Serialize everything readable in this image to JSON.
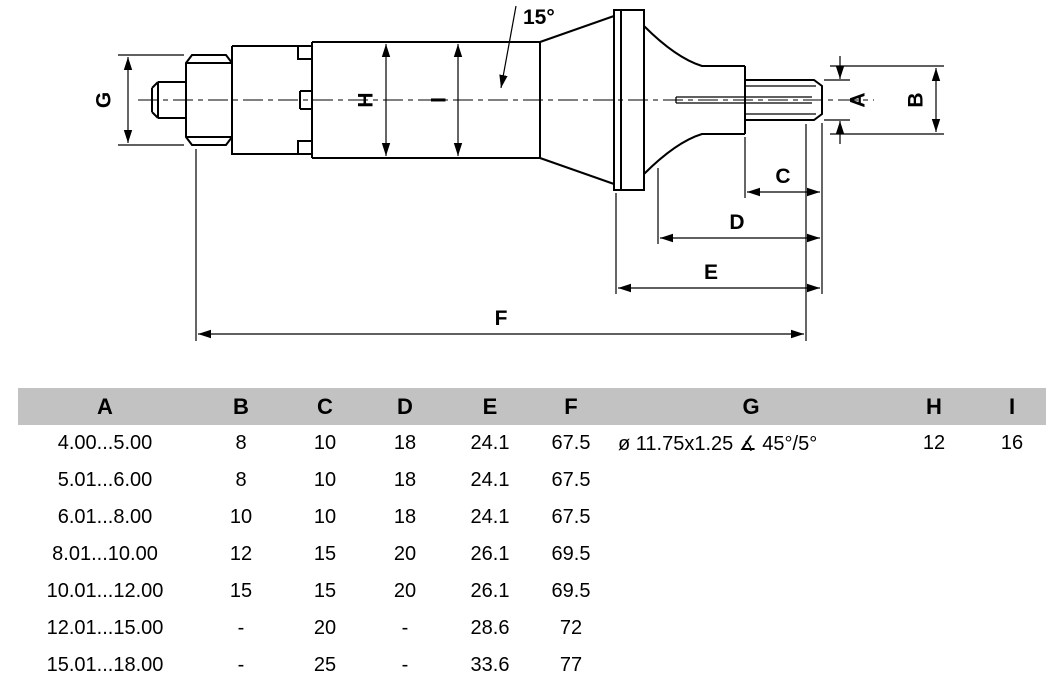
{
  "drawing": {
    "angle": "15°",
    "labels": {
      "A": "A",
      "B": "B",
      "C": "C",
      "D": "D",
      "E": "E",
      "F": "F",
      "G": "G",
      "H": "H",
      "I": "I"
    }
  },
  "table": {
    "headers": [
      "A",
      "B",
      "C",
      "D",
      "E",
      "F",
      "G",
      "H",
      "I"
    ],
    "rows": [
      {
        "A": "4.00...5.00",
        "B": "8",
        "C": "10",
        "D": "18",
        "E": "24.1",
        "F": "67.5",
        "G": "ø 11.75x1.25 ∡ 45°/5°",
        "H": "12",
        "I": "16"
      },
      {
        "A": "5.01...6.00",
        "B": "8",
        "C": "10",
        "D": "18",
        "E": "24.1",
        "F": "67.5",
        "G": "",
        "H": "",
        "I": ""
      },
      {
        "A": "6.01...8.00",
        "B": "10",
        "C": "10",
        "D": "18",
        "E": "24.1",
        "F": "67.5",
        "G": "",
        "H": "",
        "I": ""
      },
      {
        "A": "8.01...10.00",
        "B": "12",
        "C": "15",
        "D": "20",
        "E": "26.1",
        "F": "69.5",
        "G": "",
        "H": "",
        "I": ""
      },
      {
        "A": "10.01...12.00",
        "B": "15",
        "C": "15",
        "D": "20",
        "E": "26.1",
        "F": "69.5",
        "G": "",
        "H": "",
        "I": ""
      },
      {
        "A": "12.01...15.00",
        "B": "-",
        "C": "20",
        "D": "-",
        "E": "28.6",
        "F": "72",
        "G": "",
        "H": "",
        "I": ""
      },
      {
        "A": "15.01...18.00",
        "B": "-",
        "C": "25",
        "D": "-",
        "E": "33.6",
        "F": "77",
        "G": "",
        "H": "",
        "I": ""
      }
    ]
  }
}
